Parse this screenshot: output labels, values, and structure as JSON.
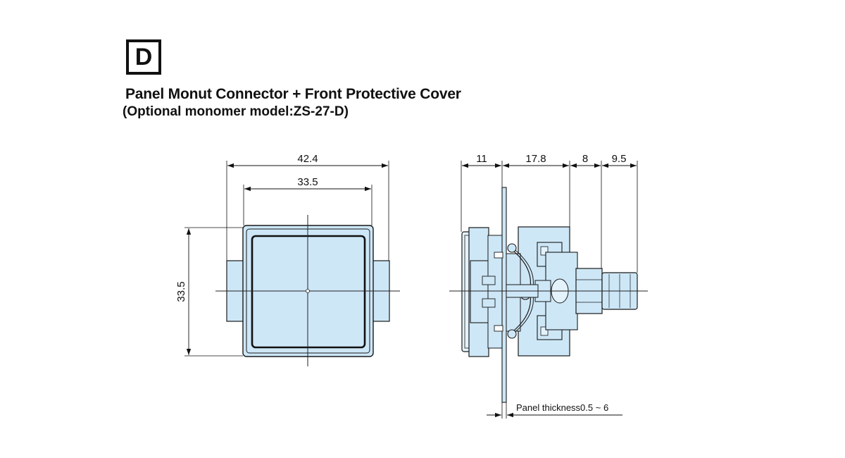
{
  "badge": {
    "letter": "D"
  },
  "header": {
    "title": "Panel Monut Connector + Front Protective Cover",
    "subtitle": "(Optional monomer model:ZS-27-D)"
  },
  "colors": {
    "body_fill": "#cde7f7",
    "body_fill_light": "#e4f2fb",
    "outline": "#1a1a1a",
    "dimension_line": "#111111"
  },
  "front_view": {
    "dim_width_outer": "42.4",
    "dim_width_inner": "33.5",
    "dim_height": "33.5"
  },
  "side_view": {
    "dim_1": "11",
    "dim_2": "17.8",
    "dim_3": "8",
    "dim_4": "9.5",
    "panel_note": "Panel thickness0.5 ~ 6"
  }
}
